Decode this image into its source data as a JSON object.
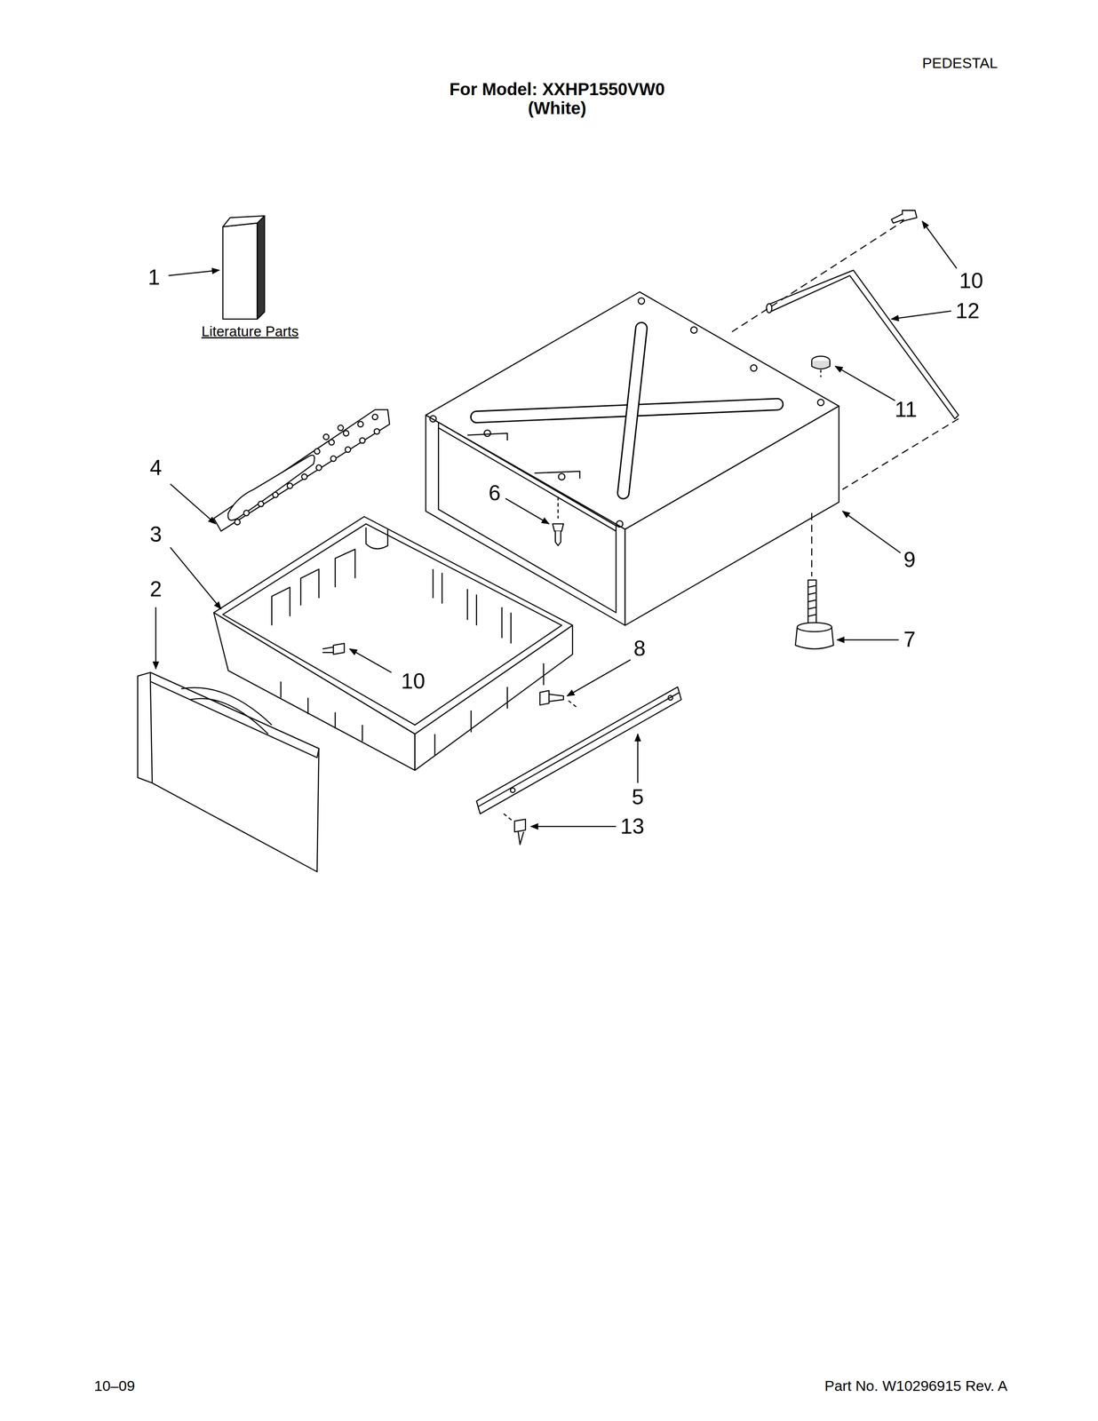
{
  "diagram": {
    "title": "For Model: XXHP1550VW0 (White)",
    "labels": [
      "PEDESTAL",
      "1",
      "Literature Parts",
      "10",
      "12",
      "11",
      "4",
      "3",
      "6",
      "9",
      "2",
      "7",
      "10",
      "8",
      "5",
      "13",
      "10–09",
      "Part No. W10296915 Rev. A"
    ]
  }
}
